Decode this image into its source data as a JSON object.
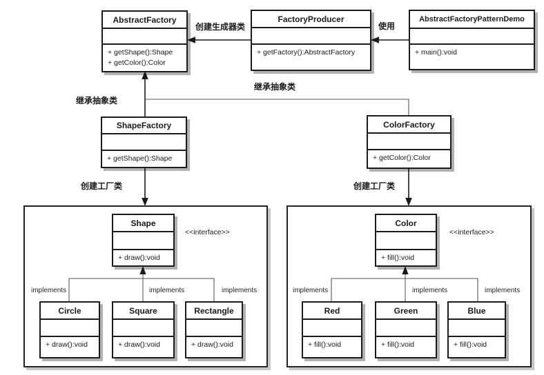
{
  "diagram": {
    "classes": {
      "abstract_factory": {
        "name": "AbstractFactory",
        "methods": [
          "+ getShape():Shape",
          "+ getColor():Color"
        ]
      },
      "factory_producer": {
        "name": "FactoryProducer",
        "methods": [
          "+ getFactory():AbstractFactory"
        ]
      },
      "demo": {
        "name": "AbstractFactoryPatternDemo",
        "methods": [
          "+ main():void"
        ]
      },
      "shape_factory": {
        "name": "ShapeFactory",
        "methods": [
          "+ getShape():Shape"
        ]
      },
      "color_factory": {
        "name": "ColorFactory",
        "methods": [
          "+ getColor():Color"
        ]
      },
      "shape": {
        "name": "Shape",
        "stereotype": "<<interface>>",
        "methods": [
          "+ draw():void"
        ]
      },
      "color": {
        "name": "Color",
        "stereotype": "<<interface>>",
        "methods": [
          "+ fill():void"
        ]
      },
      "circle": {
        "name": "Circle",
        "methods": [
          "+ draw():void"
        ]
      },
      "square": {
        "name": "Square",
        "methods": [
          "+ draw():void"
        ]
      },
      "rectangle": {
        "name": "Rectangle",
        "methods": [
          "+ draw():void"
        ]
      },
      "red": {
        "name": "Red",
        "methods": [
          "+ fill():void"
        ]
      },
      "green": {
        "name": "Green",
        "methods": [
          "+ fill():void"
        ]
      },
      "blue": {
        "name": "Blue",
        "methods": [
          "+ fill():void"
        ]
      }
    },
    "labels": {
      "create_producer": "创建生成器类",
      "use": "使用",
      "inherit_abstract": "继承抽象类",
      "create_factory": "创建工厂类",
      "implements": "implements",
      "interface_stereotype": "<<interface>>"
    },
    "colors": {
      "background": "#ffffff",
      "box_fill": "#ffffff",
      "line": "#1a1a1a",
      "branch_line": "#555555",
      "shadow": "#8f8f8f"
    }
  }
}
